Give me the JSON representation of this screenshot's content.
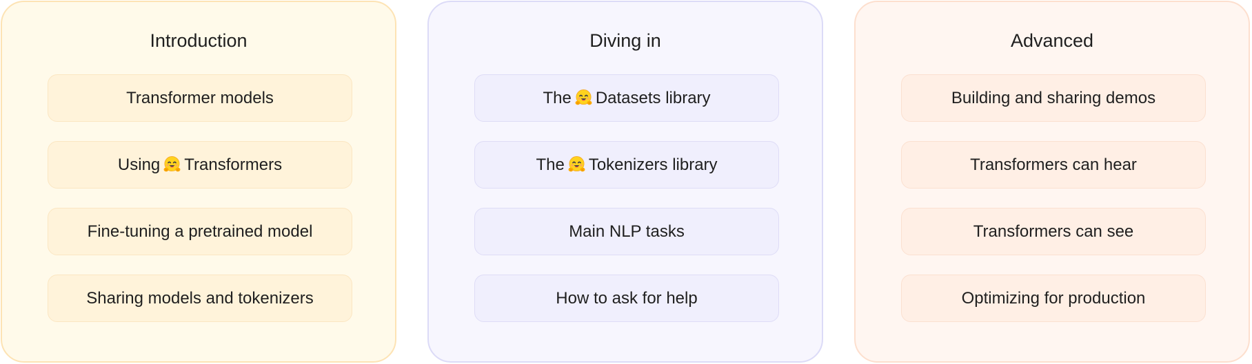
{
  "columns": [
    {
      "title": "Introduction",
      "bg": "#fffaea",
      "border": "#fde3b4",
      "item_bg": "#fff3da",
      "item_border": "#fbe6c2",
      "items": [
        {
          "label": "Transformer models"
        },
        {
          "label_pre": "Using",
          "icon": "hugging-face-emoji-icon",
          "label_post": "Transformers"
        },
        {
          "label": "Fine-tuning a pretrained model"
        },
        {
          "label": "Sharing models and tokenizers"
        }
      ]
    },
    {
      "title": "Diving in",
      "bg": "#f7f6fe",
      "border": "#dcdbf7",
      "item_bg": "#f0effd",
      "item_border": "#dedcf6",
      "items": [
        {
          "label_pre": "The",
          "icon": "hugging-face-emoji-icon",
          "label_post": "Datasets library"
        },
        {
          "label_pre": "The",
          "icon": "hugging-face-emoji-icon",
          "label_post": "Tokenizers library"
        },
        {
          "label": "Main NLP tasks"
        },
        {
          "label": "How to ask for help"
        }
      ]
    },
    {
      "title": "Advanced",
      "bg": "#fff6f1",
      "border": "#fddfce",
      "item_bg": "#ffefe5",
      "item_border": "#fbe0d0",
      "items": [
        {
          "label": "Building and sharing demos"
        },
        {
          "label": "Transformers can hear"
        },
        {
          "label": "Transformers can see"
        },
        {
          "label": "Optimizing for production"
        }
      ]
    }
  ]
}
